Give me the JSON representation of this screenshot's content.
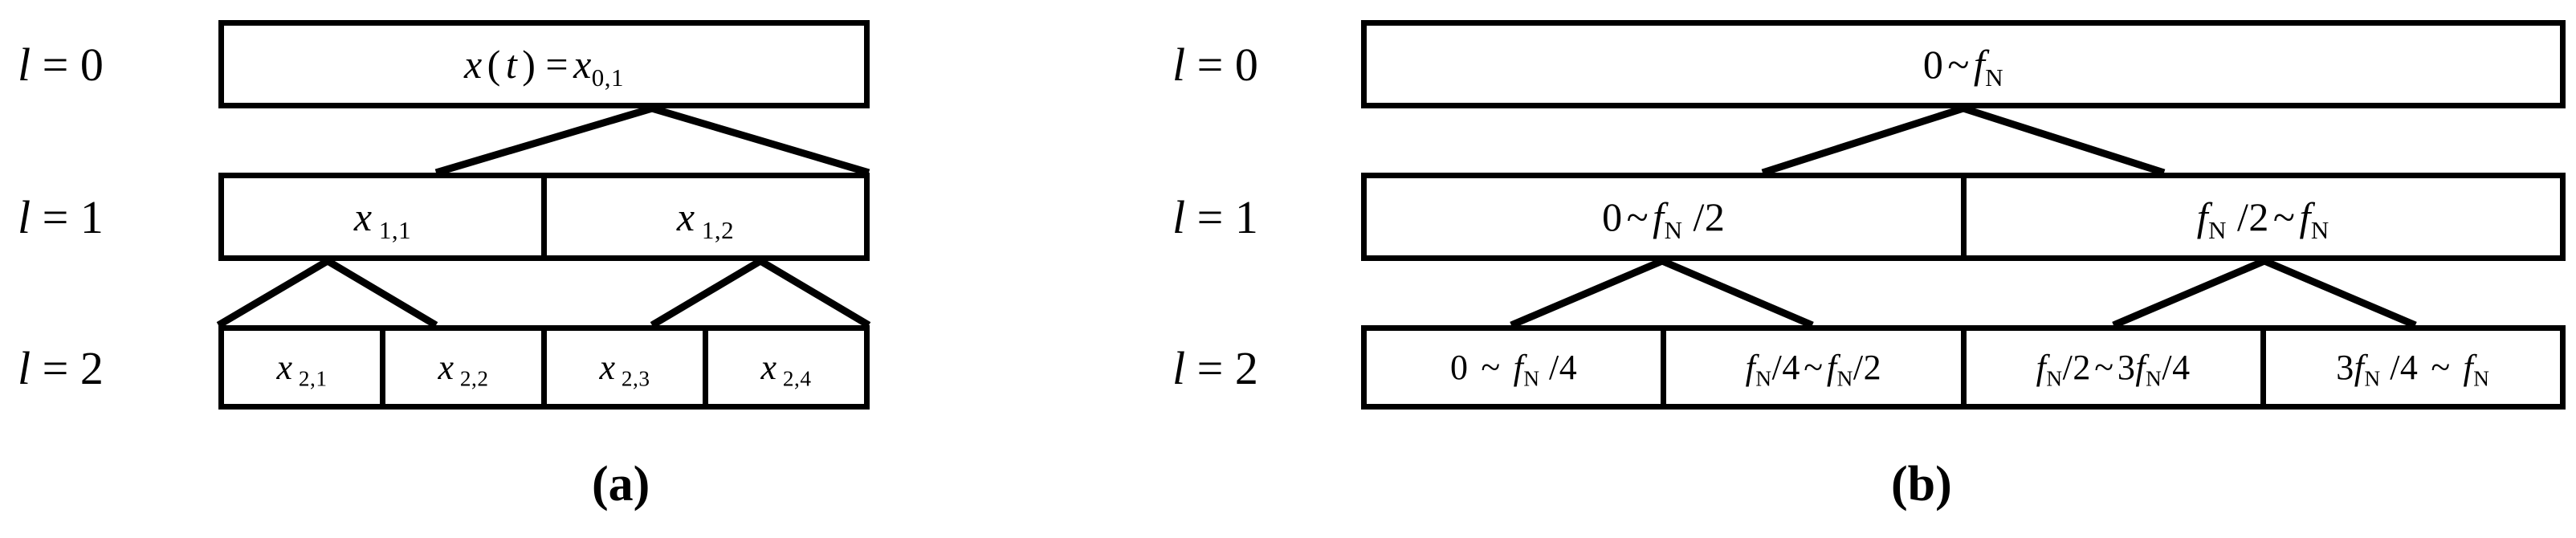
{
  "figure": {
    "background_color": "#ffffff",
    "line_color": "#000000",
    "panels": [
      {
        "id": "a",
        "caption": "(a)",
        "levels": [
          {
            "label_var": "l",
            "label_eq": "=",
            "label_val": "0"
          },
          {
            "label_var": "l",
            "label_eq": "=",
            "label_val": "1"
          },
          {
            "label_var": "l",
            "label_eq": "=",
            "label_val": "2"
          }
        ],
        "rows": [
          {
            "level": 0,
            "cells": [
              {
                "text": "x(t) = x 0,1",
                "base": "x",
                "arg": "(t)",
                "eq": "=",
                "base2": "x",
                "sub2": "0,1"
              }
            ]
          },
          {
            "level": 1,
            "cells": [
              {
                "base": "x",
                "sub": "1,1"
              },
              {
                "base": "x",
                "sub": "1,2"
              }
            ]
          },
          {
            "level": 2,
            "cells": [
              {
                "base": "x",
                "sub": "2,1"
              },
              {
                "base": "x",
                "sub": "2,2"
              },
              {
                "base": "x",
                "sub": "2,3"
              },
              {
                "base": "x",
                "sub": "2,4"
              }
            ]
          }
        ]
      },
      {
        "id": "b",
        "caption": "(b)",
        "levels": [
          {
            "label_var": "l",
            "label_eq": "=",
            "label_val": "0"
          },
          {
            "label_var": "l",
            "label_eq": "=",
            "label_val": "1"
          },
          {
            "label_var": "l",
            "label_eq": "=",
            "label_val": "2"
          }
        ],
        "rows": [
          {
            "level": 0,
            "cells": [
              {
                "text": "0 ~ fN"
              }
            ]
          },
          {
            "level": 1,
            "cells": [
              {
                "text": "0 ~ fN /2"
              },
              {
                "text": "fN /2 ~ fN"
              }
            ]
          },
          {
            "level": 2,
            "cells": [
              {
                "text": "0 ~ fN /4"
              },
              {
                "text": "fN/4~ fN/2"
              },
              {
                "text": "fN/2~3fN/4"
              },
              {
                "text": "3fN /4 ~ fN"
              }
            ]
          }
        ]
      }
    ]
  }
}
